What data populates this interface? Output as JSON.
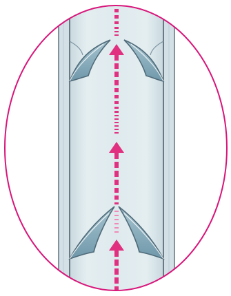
{
  "illustration": {
    "subject": "vein-valve-flow-icon",
    "colors": {
      "frame": "#d8157a",
      "arrow": "#e0307f",
      "vessel_lumen": "#dbe7ec",
      "vessel_wall": "#c3d3da",
      "vessel_edge": "#5f6f78",
      "valve_leaflet": "#8fb2c1",
      "valve_leaflet_dark": "#5e8799",
      "background": "#ffffff"
    },
    "valves": [
      {
        "name": "upper-valve",
        "state": "open"
      },
      {
        "name": "lower-valve",
        "state": "open"
      }
    ],
    "flow": {
      "direction": "up",
      "arrowheads": 3
    }
  }
}
